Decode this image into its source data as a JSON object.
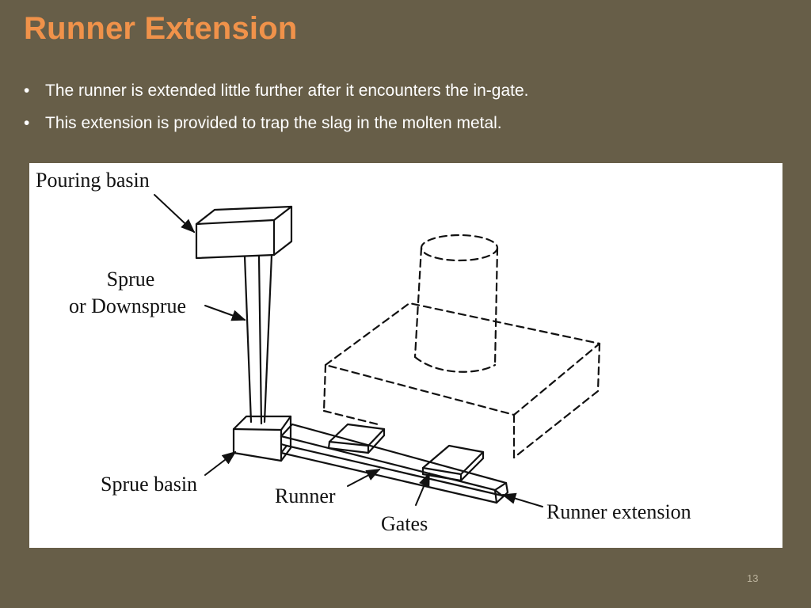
{
  "slide": {
    "title": "Runner Extension",
    "bullets": [
      "The runner is extended little further after it encounters the in-gate.",
      "This extension is provided to trap the slag in the molten metal."
    ],
    "bullet_glyph": "•",
    "page_number": "13"
  },
  "diagram": {
    "labels": {
      "pouring_basin": "Pouring basin",
      "sprue_line1": "Sprue",
      "sprue_line2": "or Downsprue",
      "sprue_basin": "Sprue basin",
      "runner": "Runner",
      "gates": "Gates",
      "runner_extension": "Runner extension"
    }
  },
  "colors": {
    "background": "#675e48",
    "title": "#f0924a",
    "text": "#ffffff",
    "figure_bg": "#ffffff"
  }
}
